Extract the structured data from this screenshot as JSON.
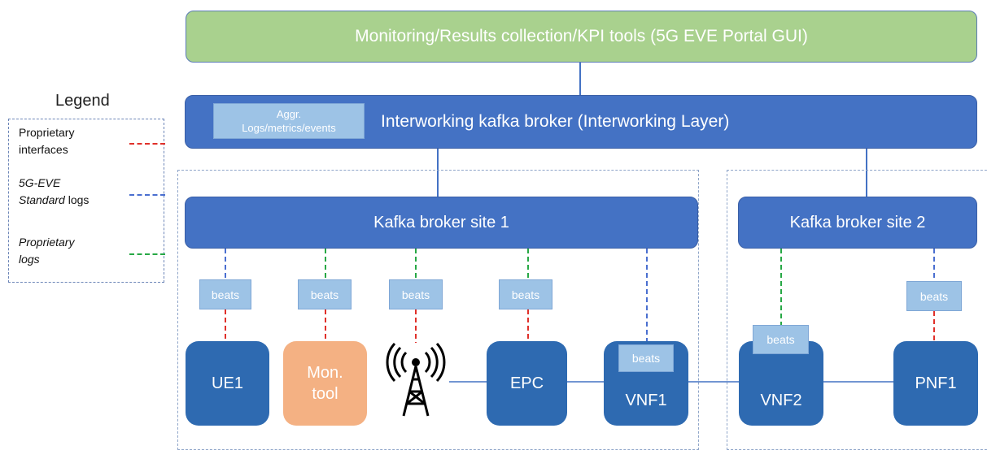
{
  "legend": {
    "title": "Legend",
    "items": [
      {
        "line1": "Proprietary",
        "line2": "interfaces",
        "italic": false,
        "color": "#e0302a"
      },
      {
        "line1": "5G-EVE",
        "line2_italic": "Standard",
        "line2_rest": " logs",
        "italic": true,
        "color": "#4a6fd0"
      },
      {
        "line1": "Proprietary",
        "line2": "logs",
        "italic": true,
        "color": "#27a845"
      }
    ]
  },
  "top_bar": {
    "label": "Monitoring/Results collection/KPI tools (5G EVE Portal GUI)",
    "color": "#a9d18e"
  },
  "interworking": {
    "label": "Interworking kafka broker (Interworking Layer)",
    "aggr_line1": "Aggr.",
    "aggr_line2": "Logs/metrics/events"
  },
  "site1": {
    "label": "Kafka broker site 1"
  },
  "site2": {
    "label": "Kafka broker site 2"
  },
  "beats_label": "beats",
  "nodes": {
    "ue1": "UE1",
    "mon_line1": "Mon.",
    "mon_line2": "tool",
    "antenna": "antenna-icon",
    "epc": "EPC",
    "vnf1": "VNF1",
    "vnf2": "VNF2",
    "pnf1": "PNF1"
  },
  "colors": {
    "blue": "#4472c4",
    "node_blue": "#2e6ab1",
    "beats": "#9dc3e6",
    "orange": "#f4b183"
  }
}
